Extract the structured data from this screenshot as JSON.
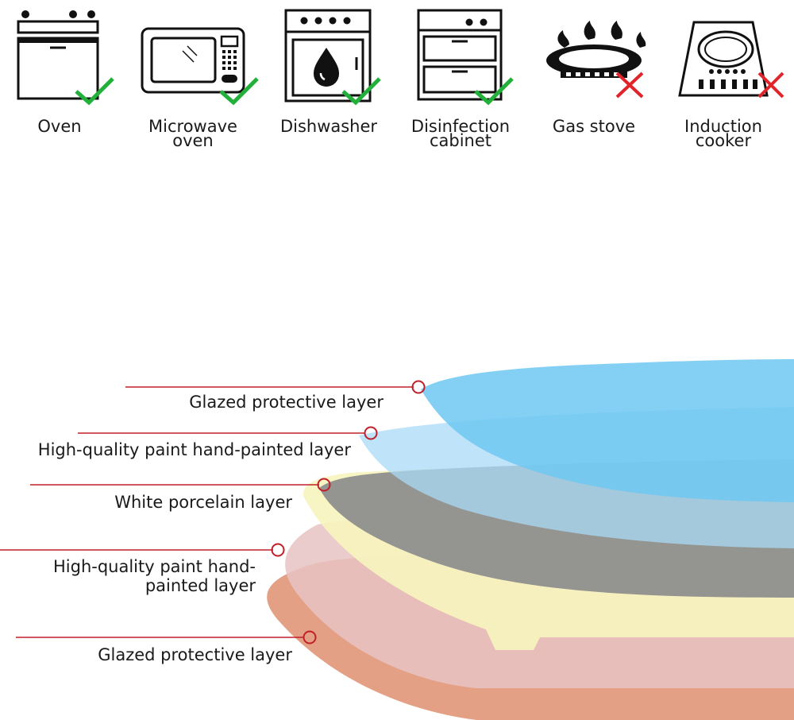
{
  "appliances": [
    {
      "name": "Oven",
      "icon": "oven-icon",
      "compatible": true
    },
    {
      "name": "Microwave\noven",
      "icon": "microwave-icon",
      "compatible": true
    },
    {
      "name": "Dishwasher",
      "icon": "dishwasher-icon",
      "compatible": true
    },
    {
      "name": "Disinfection\ncabinet",
      "icon": "disinfection-cabinet-icon",
      "compatible": true
    },
    {
      "name": "Gas stove",
      "icon": "gas-stove-icon",
      "compatible": false
    },
    {
      "name": "Induction\ncooker",
      "icon": "induction-cooker-icon",
      "compatible": false
    }
  ],
  "status_colors": {
    "compatible": "#22b03a",
    "incompatible": "#e0242a"
  },
  "layers": [
    {
      "label": "Glazed protective layer",
      "color": "#6ec8f2"
    },
    {
      "label": "High-quality paint hand-painted layer",
      "color": "#a9daf6"
    },
    {
      "label": "White porcelain layer",
      "color": "#8e8e8e"
    },
    {
      "label": "High-quality paint hand-\npainted layer",
      "color": "#f7f4bf"
    },
    {
      "label": "Glazed protective layer",
      "color": "#e39b7d"
    }
  ],
  "accent_color": "#c0202a"
}
